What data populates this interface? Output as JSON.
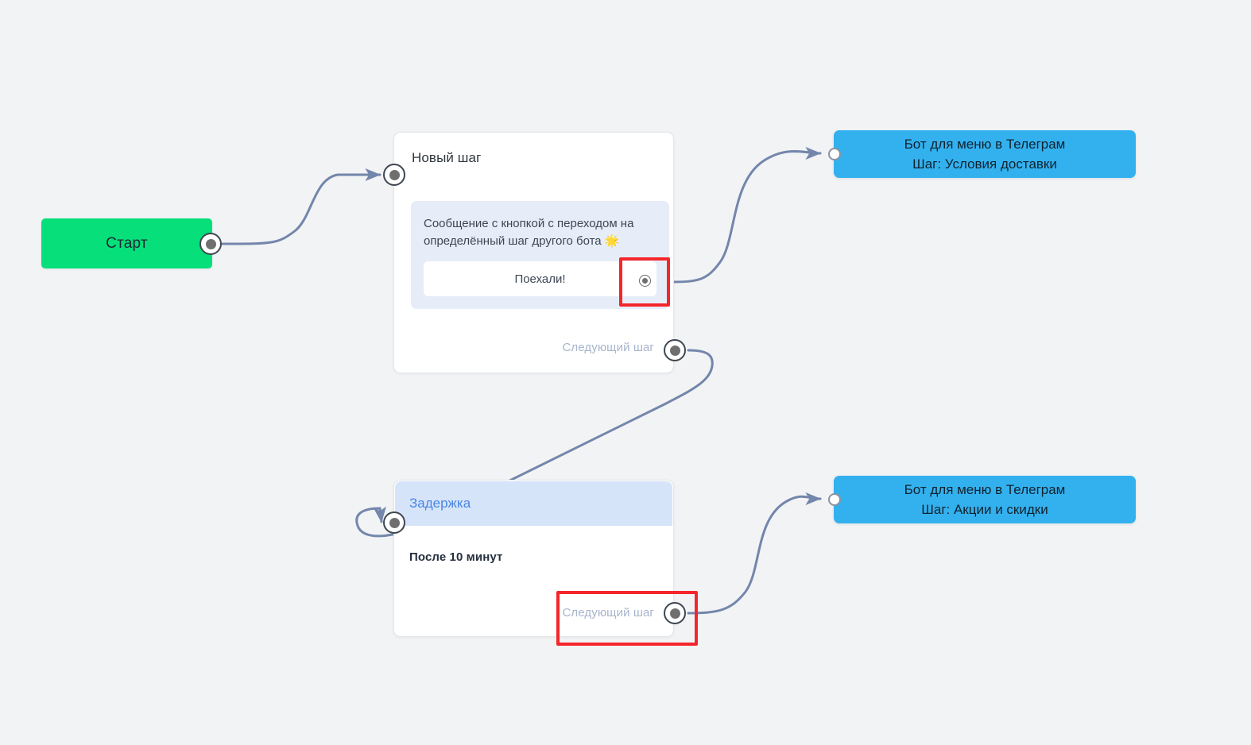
{
  "canvas": {
    "background_color": "#f2f3f5",
    "edge_color": "#7386ab"
  },
  "nodes": {
    "start": {
      "label": "Старт",
      "color": "#07df7a",
      "handle_name": "start-output-handle"
    },
    "step": {
      "title": "Новый шаг",
      "message_text": "Сообщение с кнопкой с переходом на определённый шаг другого бота 🌟",
      "button_label": "Поехали!",
      "next_step_label": "Следующий шаг",
      "bubble_color": "#e7edf8"
    },
    "delay": {
      "header_label": "Задержка",
      "body_text": "После 10 минут",
      "next_step_label": "Следующий шаг",
      "header_color": "#d6e4fa",
      "header_text_color": "#4a86e0"
    },
    "bot_delivery": {
      "line1": "Бот для меню в Телеграм",
      "line2": "Шаг: Условия доставки",
      "color": "#33b1ef"
    },
    "bot_promo": {
      "line1": "Бот для меню в Телеграм",
      "line2": "Шаг: Акции и скидки",
      "color": "#33b1ef"
    }
  },
  "highlights": {
    "color": "#f5262b",
    "items": [
      {
        "name": "button-connector-highlight"
      },
      {
        "name": "next-step-connector-highlight"
      }
    ]
  }
}
